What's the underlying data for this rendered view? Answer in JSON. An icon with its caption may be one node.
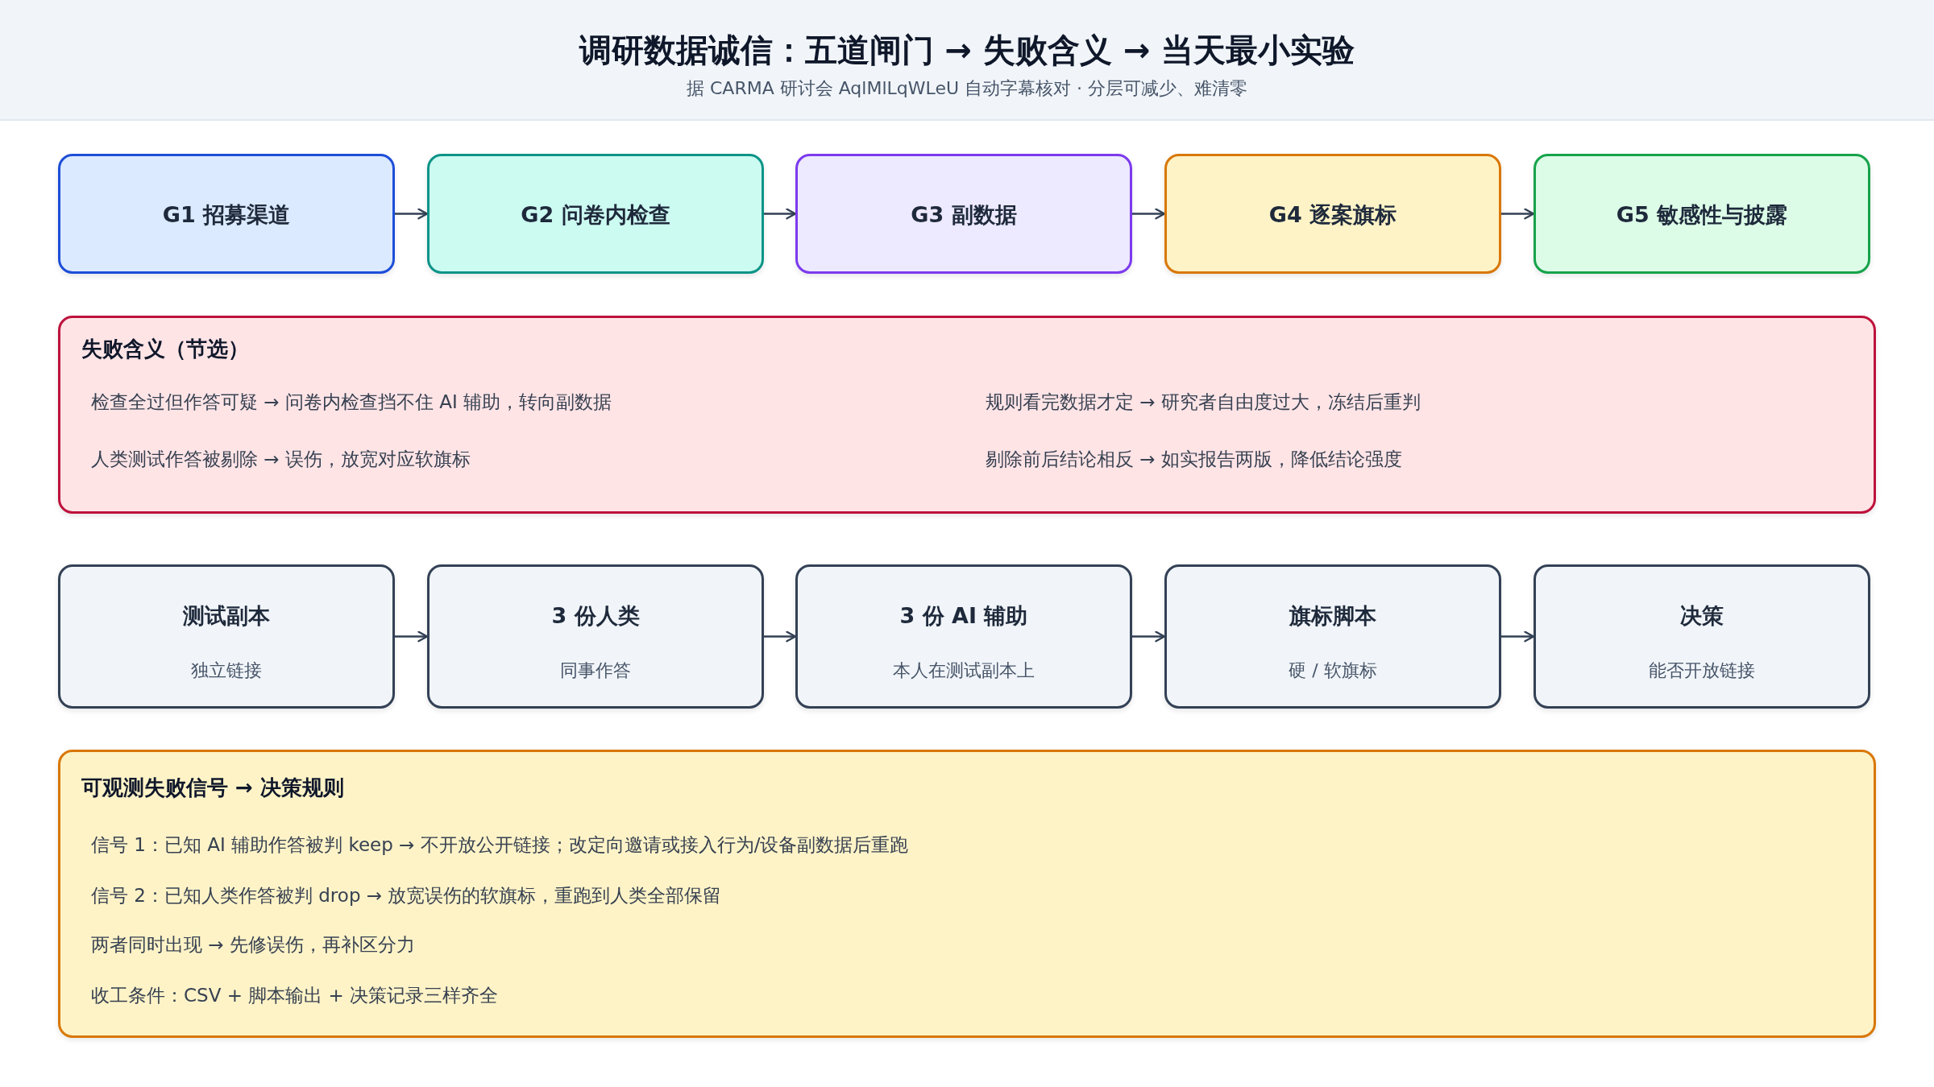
{
  "diagram": {
    "title": "调研数据诚信：五道闸门 → 失败含义 → 当天最小实验",
    "nodes": [
      {
        "text": [
          "G1 招募渠道"
        ]
      },
      {
        "text": [
          "G2 问卷内检查"
        ]
      },
      {
        "text": [
          "G3 副数据"
        ]
      },
      {
        "text": [
          "G4 逐案旗标"
        ]
      },
      {
        "text": [
          "G5 敏感性与披露"
        ]
      },
      {
        "text": [
          "失败含义（节选）",
          "检查全过但作答可疑 → 问卷内检查挡不住 AI 辅助，转向副数据",
          "规则看完数据才定 → 研究者自由度过大，冻结后重判",
          "人类测试作答被剔除 → 误伤，放宽对应软旗标",
          "剔除前后结论相反 → 如实报告两版，降低结论强度"
        ]
      },
      {
        "text": [
          "测试副本",
          "独立链接"
        ]
      },
      {
        "text": [
          "3 份人类",
          "同事作答"
        ]
      },
      {
        "text": [
          "3 份 AI 辅助",
          "本人在测试副本上"
        ]
      },
      {
        "text": [
          "旗标脚本",
          "硬 / 软旗标"
        ]
      },
      {
        "text": [
          "决策",
          "能否开放链接"
        ]
      },
      {
        "text": [
          "可观测失败信号 → 决策规则",
          "信号 1：已知 AI 辅助作答被判 keep → 不开放公开链接；改定向邀请或接入行为/设备副数据后重跑",
          "信号 2：已知人类作答被判 drop → 放宽误伤的软旗标，重跑到人类全部保留",
          "两者同时出现 → 先修误伤，再补区分力",
          "收工条件：CSV + 脚本输出 + 决策记录三样齐全"
        ]
      }
    ],
    "edges": [
      {
        "from": 0,
        "to": 1,
        "arrow": "to"
      },
      {
        "from": 1,
        "to": 2,
        "arrow": "to"
      },
      {
        "from": 2,
        "to": 3,
        "arrow": "to"
      },
      {
        "from": 3,
        "to": 4,
        "arrow": "to"
      },
      {
        "from": 6,
        "to": 7,
        "arrow": "to"
      },
      {
        "from": 7,
        "to": 8,
        "arrow": "to"
      },
      {
        "from": 8,
        "to": 9,
        "arrow": "to"
      },
      {
        "from": 9,
        "to": 10,
        "arrow": "to"
      }
    ],
    "labels": [
      "据 CARMA 研讨会 AqlMlLqWLeU 自动字幕核对 · 分层可减少、难清零"
    ]
  }
}
